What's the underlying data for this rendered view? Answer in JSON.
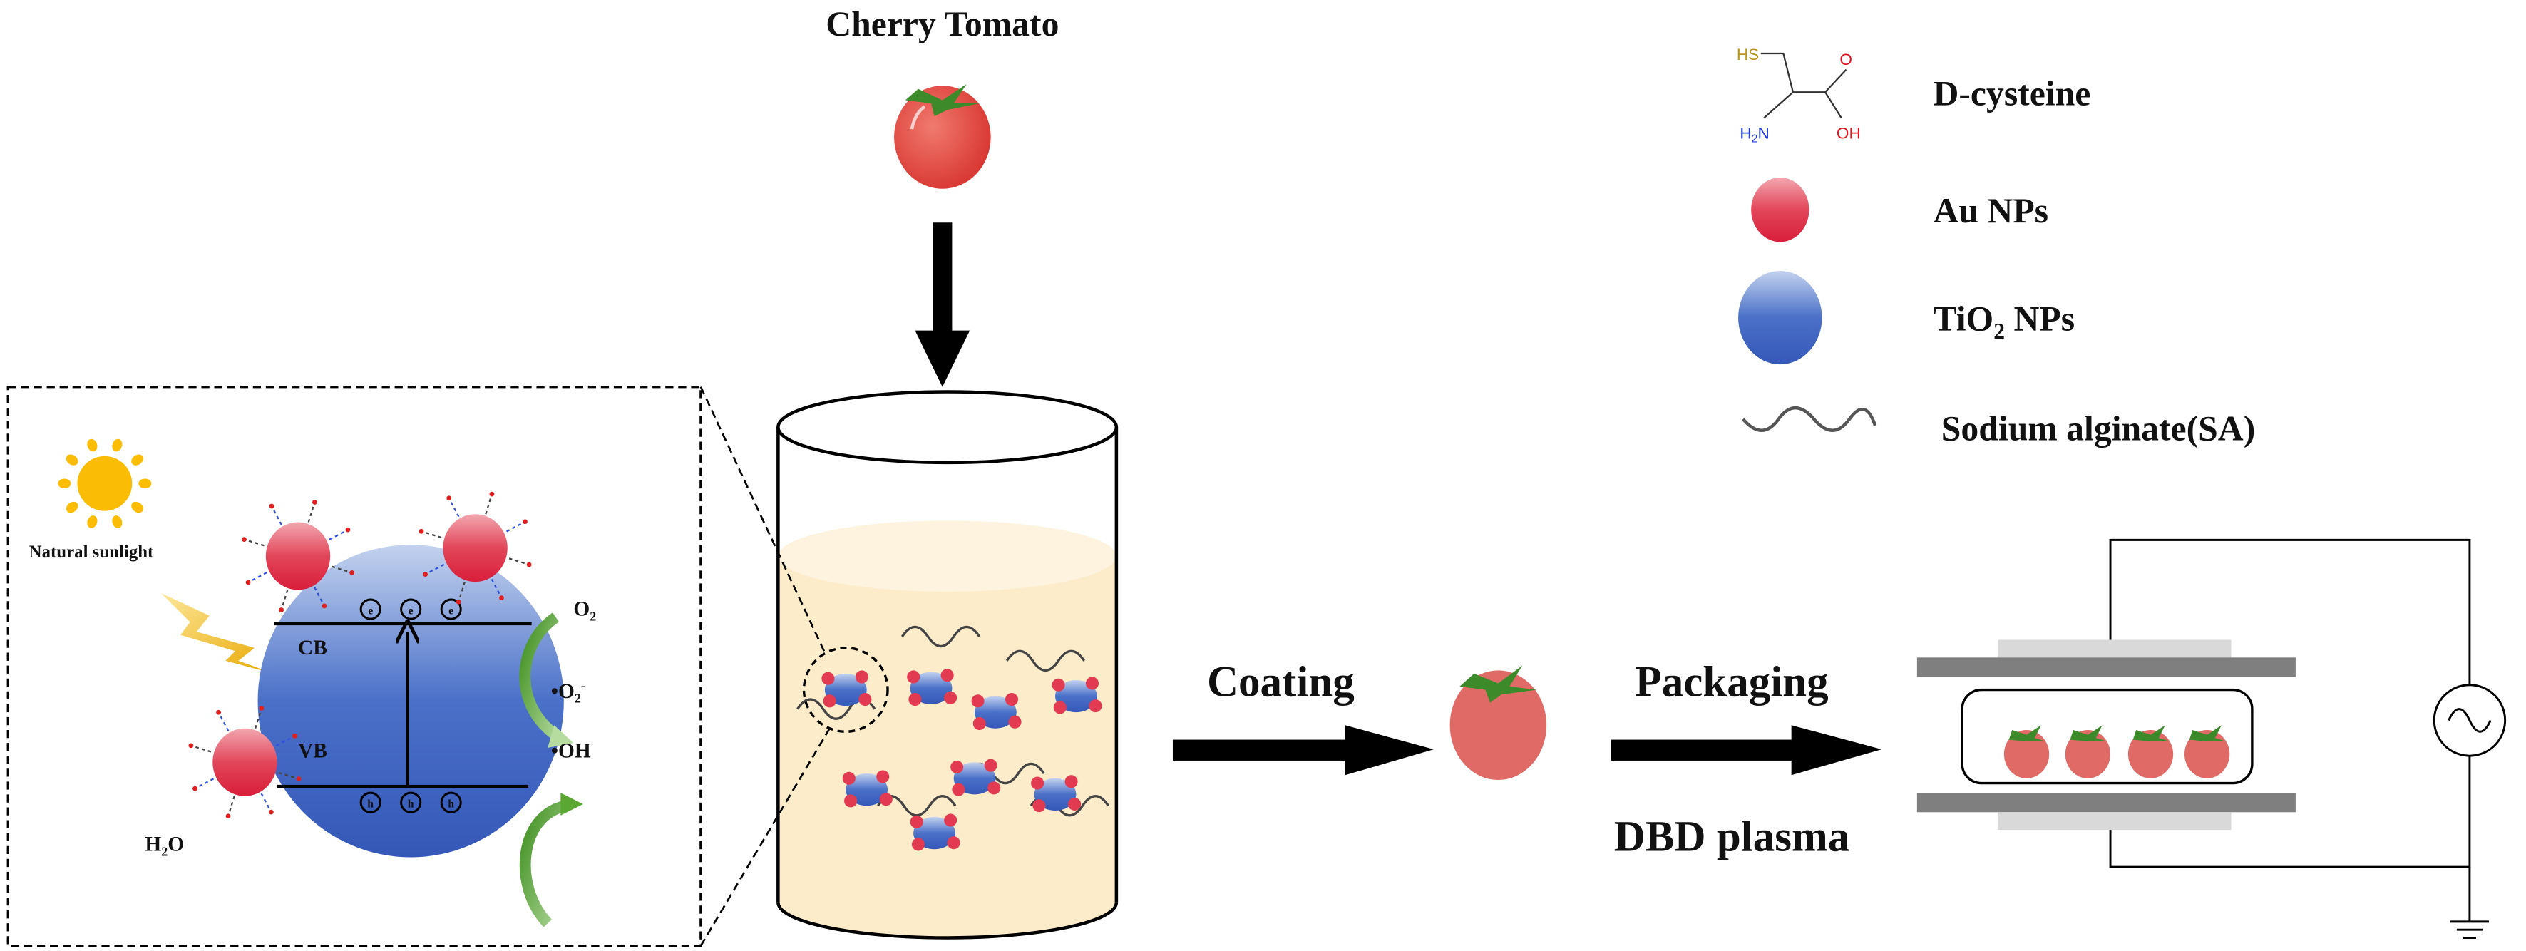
{
  "top": {
    "title": "Cherry Tomato"
  },
  "legend": {
    "cysteine": {
      "label": "D-cysteine",
      "hs": "HS",
      "o": "O",
      "oh": "OH",
      "h2n_h": "H",
      "h2n_sub": "2",
      "h2n_n": "N"
    },
    "au": {
      "label": "Au NPs"
    },
    "tio2": {
      "label_a": "TiO",
      "label_sub": "2",
      "label_b": " NPs"
    },
    "sa": {
      "label": "Sodium alginate(SA)"
    }
  },
  "inset": {
    "sunlight": "Natural sunlight",
    "cb": "CB",
    "vb": "VB",
    "electron": "e",
    "hole": "h",
    "o2_a": "O",
    "o2_sub": "2",
    "superoxide_a": "•O",
    "superoxide_sub": "2",
    "superoxide_sup": "-",
    "hydroxyl": "•OH",
    "h2o_a": "H",
    "h2o_sub": "2",
    "h2o_b": "O"
  },
  "process": {
    "coating": "Coating",
    "packaging": "Packaging",
    "dbd": "DBD plasma"
  },
  "colors": {
    "au_top": "#f2a7b0",
    "au_bottom": "#d81e3a",
    "tio2_top": "#c3d2ee",
    "tio2_bottom": "#3558b8",
    "solution": "#fdecc9",
    "sun": "#fbbc05",
    "arrow_green": "#5aa832",
    "tomato": "#e2463f",
    "plate": "#7f7f7f",
    "plate_light": "#d9d9d9"
  }
}
